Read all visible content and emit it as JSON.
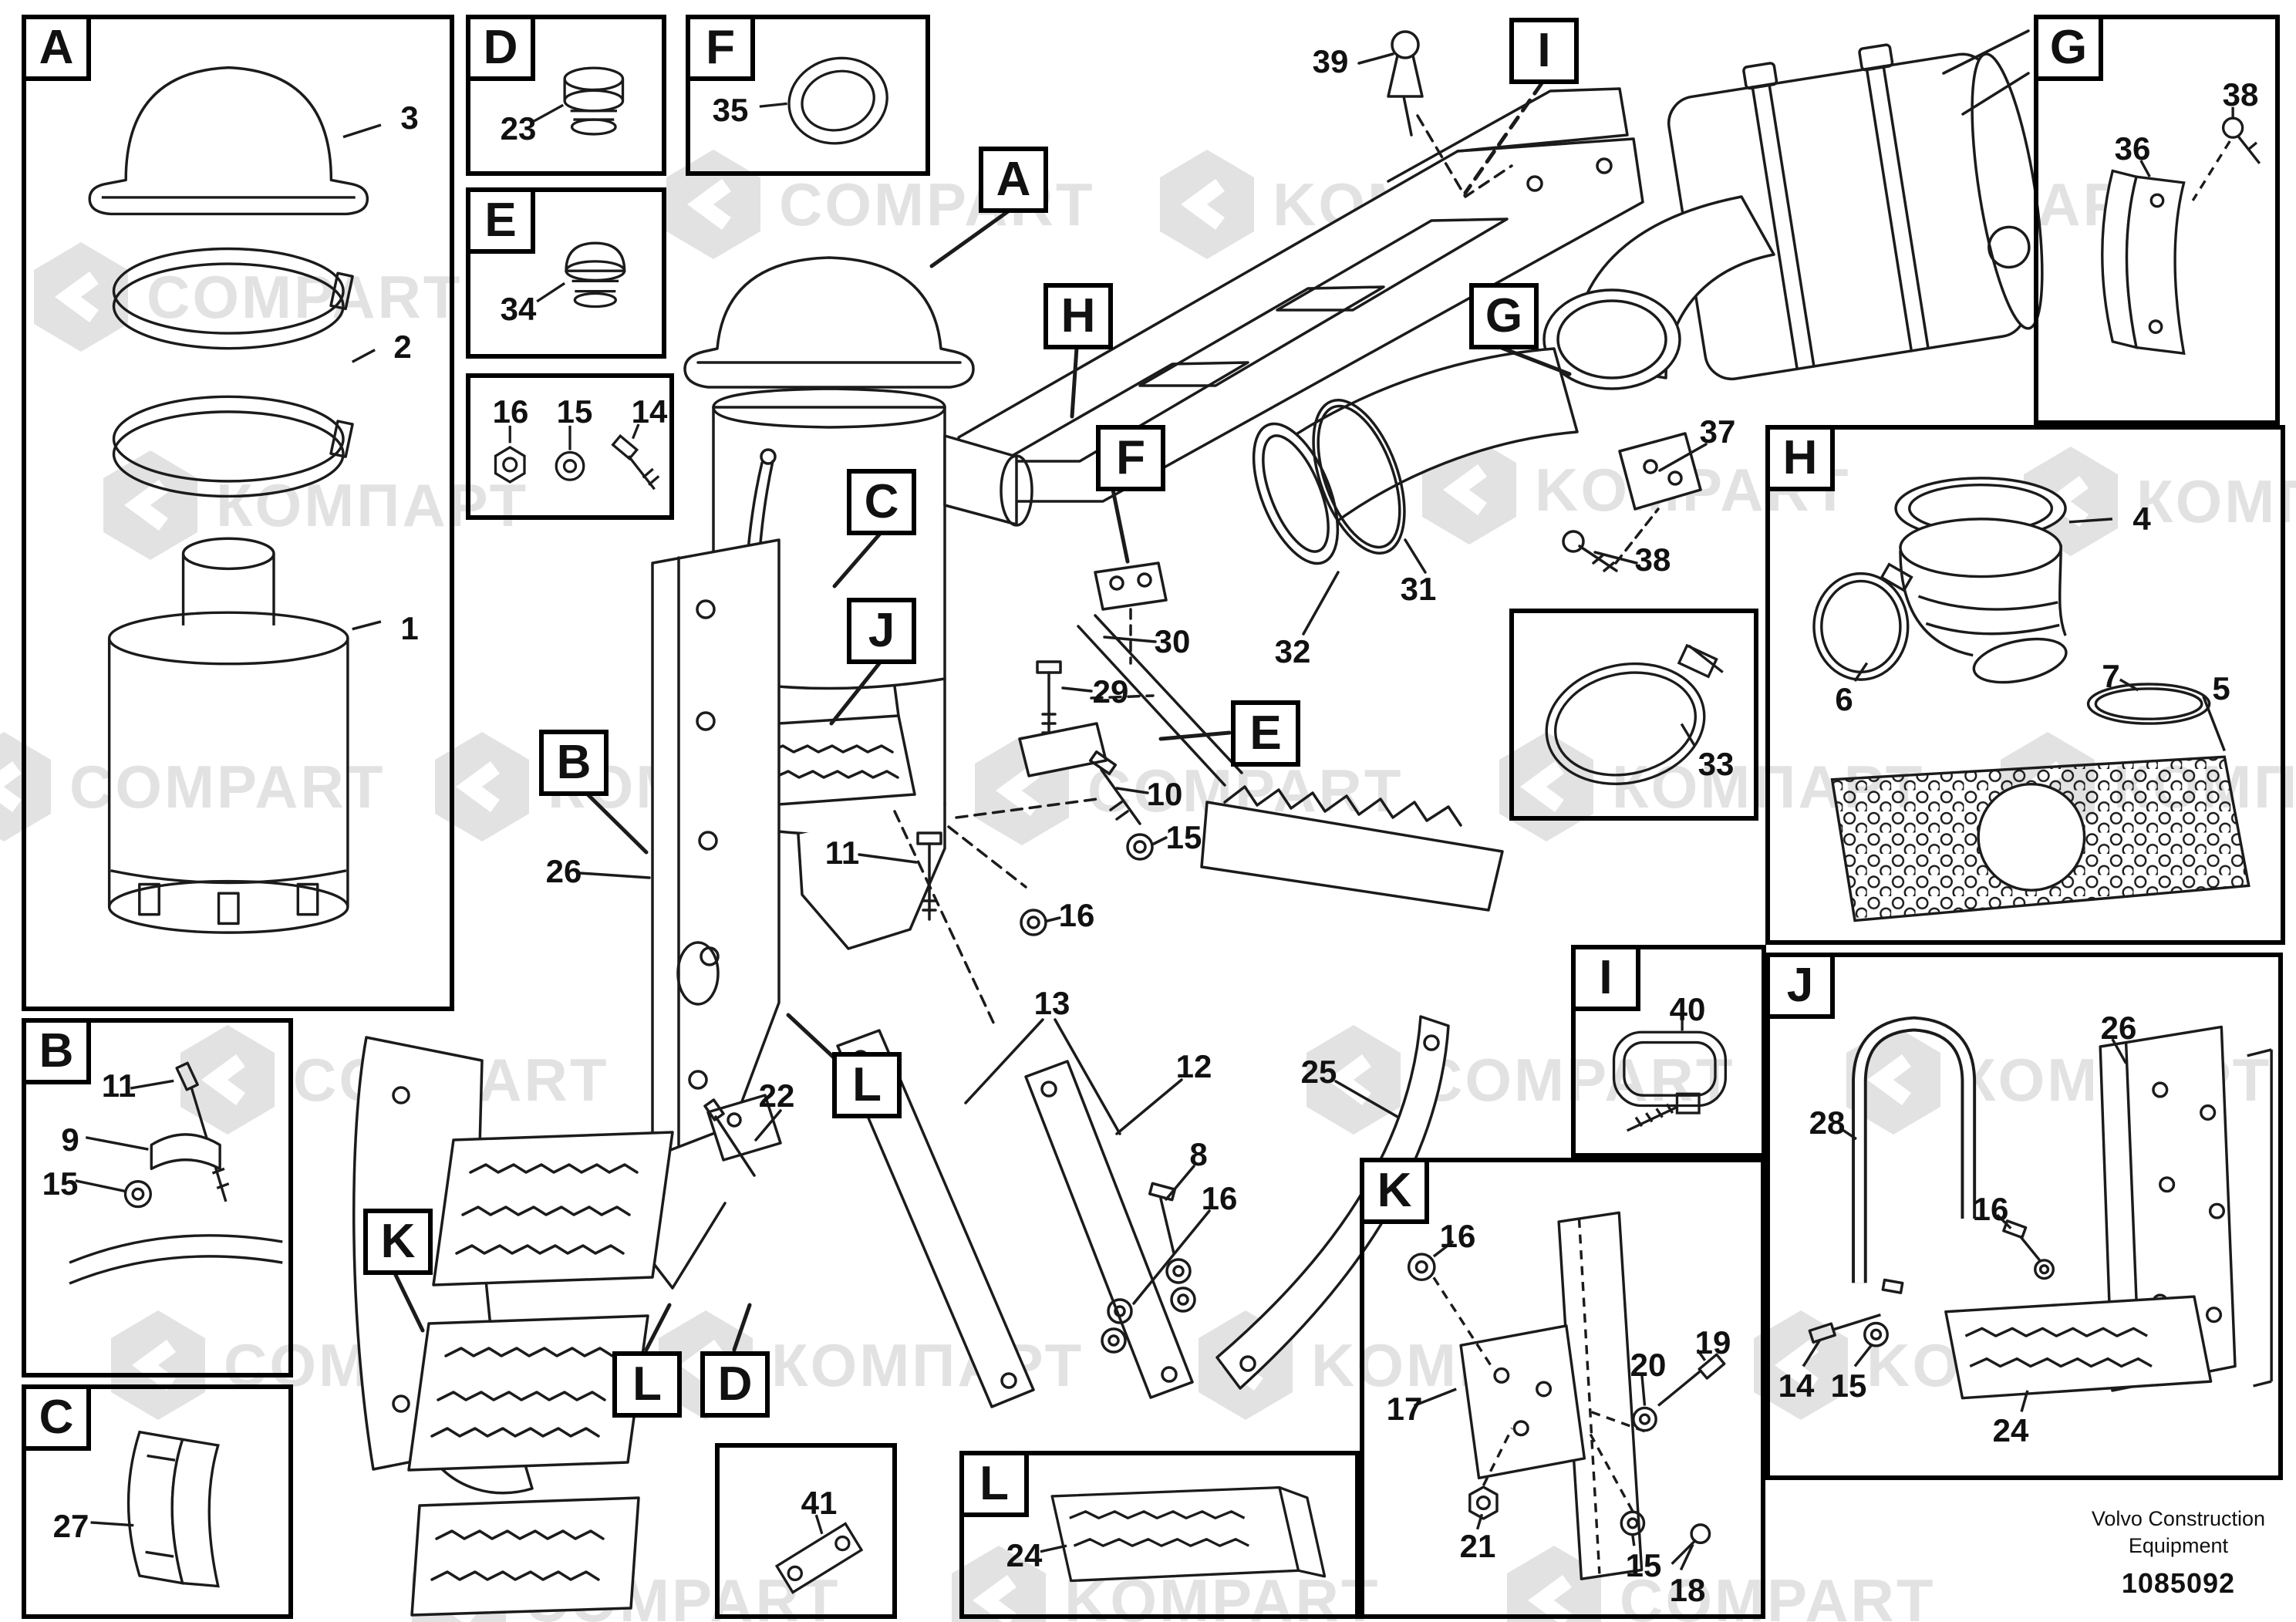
{
  "meta": {
    "brand_line1": "Volvo Construction",
    "brand_line2": "Equipment",
    "figure_number": "1085092"
  },
  "watermarks": {
    "variants": [
      "KOMPART",
      "COMPART",
      "КОМПАРТ"
    ]
  },
  "letters": {
    "a": "A",
    "b": "B",
    "c": "C",
    "d": "D",
    "e": "E",
    "f": "F",
    "g": "G",
    "h": "H",
    "i": "I",
    "j": "J",
    "k": "K",
    "l": "L"
  },
  "callouts": {
    "panel_a": [
      "3",
      "2",
      "1"
    ],
    "panel_d": [
      "23"
    ],
    "panel_f": [
      "35"
    ],
    "panel_e": [
      "34"
    ],
    "panel_hw": [
      "16",
      "15",
      "14"
    ],
    "panel_g": [
      "36",
      "38"
    ],
    "panel_h": [
      "4",
      "6",
      "7",
      "5"
    ],
    "panel_33": [
      "33"
    ],
    "panel_i": [
      "40"
    ],
    "panel_j": [
      "26",
      "28",
      "16",
      "14",
      "15",
      "24"
    ],
    "panel_k": [
      "16",
      "17",
      "20",
      "19",
      "21",
      "15",
      "18"
    ],
    "panel_b": [
      "11",
      "9",
      "15"
    ],
    "panel_c": [
      "27"
    ],
    "panel_41": [
      "41"
    ],
    "panel_l": [
      "24"
    ],
    "main": [
      "39",
      "37",
      "38",
      "31",
      "32",
      "30",
      "29",
      "10",
      "15",
      "11",
      "16",
      "26",
      "13",
      "12",
      "25",
      "8",
      "16",
      "22"
    ]
  }
}
